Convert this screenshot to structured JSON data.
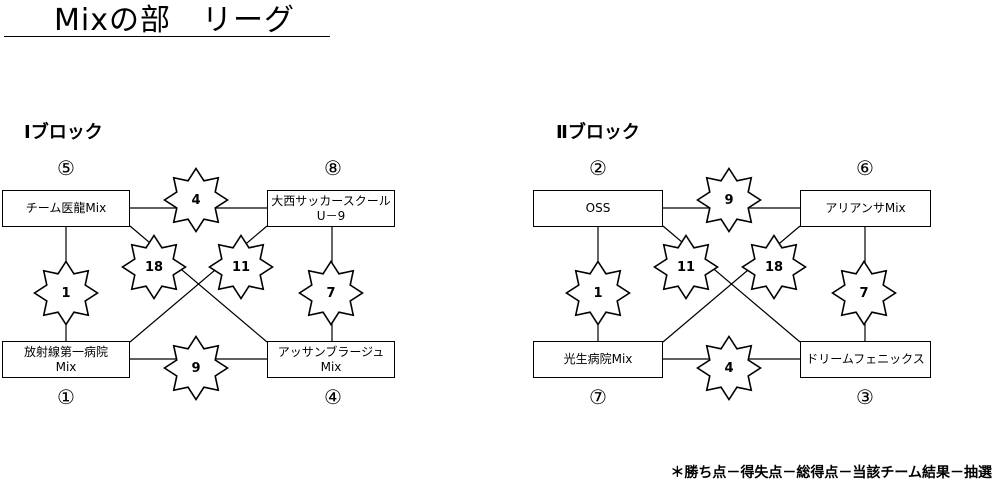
{
  "title": "Mixの部　リーグ",
  "blocks": [
    {
      "label": "Ⅰブロック",
      "teams": [
        {
          "seed": "⑤",
          "name": "チーム医龍Mix",
          "name2": ""
        },
        {
          "seed": "⑧",
          "name": "大西サッカースクール",
          "name2": "U－9"
        },
        {
          "seed": "①",
          "name": "放射線第一病院",
          "name2": "Mix"
        },
        {
          "seed": "④",
          "name": "アッサンブラージュ",
          "name2": "Mix"
        }
      ],
      "matches": {
        "top": "4",
        "left": "1",
        "right": "7",
        "bottom": "9",
        "diag_tl_br": "18",
        "diag_tr_bl": "11"
      }
    },
    {
      "label": "Ⅱブロック",
      "teams": [
        {
          "seed": "②",
          "name": "OSS",
          "name2": ""
        },
        {
          "seed": "⑥",
          "name": "アリアンサMix",
          "name2": ""
        },
        {
          "seed": "⑦",
          "name": "光生病院Mix",
          "name2": ""
        },
        {
          "seed": "③",
          "name": "ドリームフェニックス",
          "name2": ""
        }
      ],
      "matches": {
        "top": "9",
        "left": "1",
        "right": "7",
        "bottom": "4",
        "diag_tl_br": "11",
        "diag_tr_bl": "18"
      }
    }
  ],
  "note": "＊勝ち点－得失点－総得点－当該チーム結果－抽選"
}
